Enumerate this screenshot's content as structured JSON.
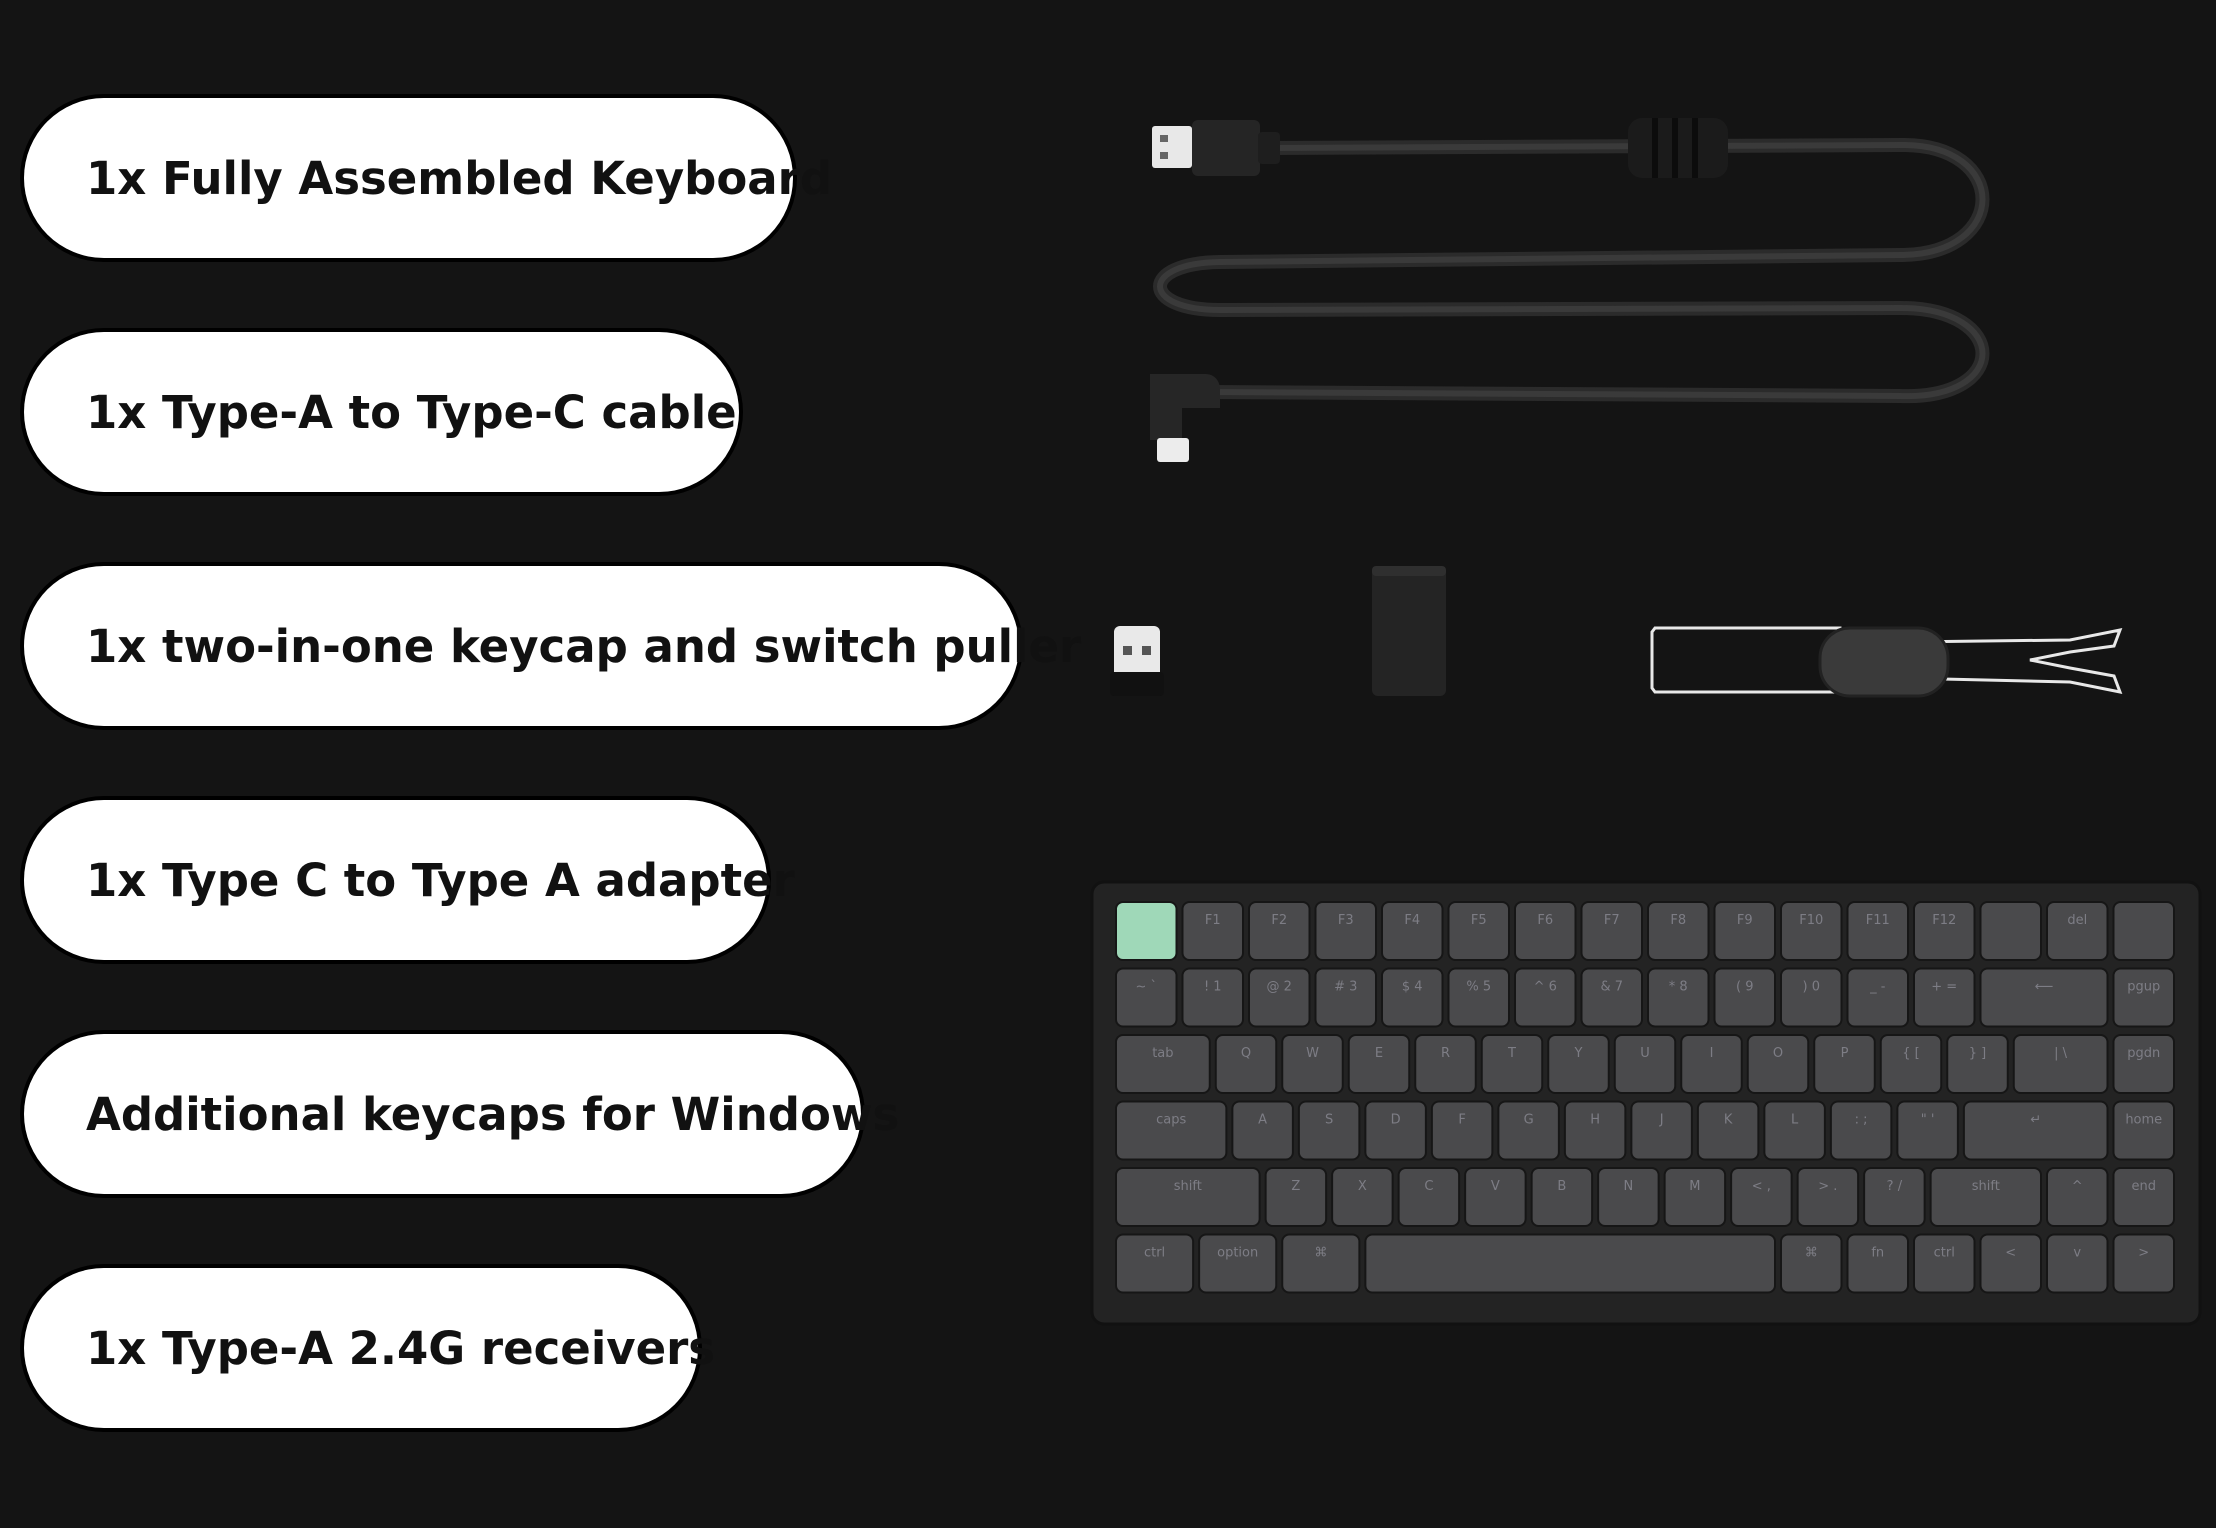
{
  "items": [
    {
      "label": "1x Fully Assembled Keyboard"
    },
    {
      "label": "1x Type-A to Type-C cable"
    },
    {
      "label": "1x two-in-one keycap and switch puller"
    },
    {
      "label": "1x Type C to Type A adapter"
    },
    {
      "label": "Additional keycaps for Windows"
    },
    {
      "label": "1x Type-A 2.4G receivers"
    }
  ],
  "keyboard": {
    "rows": [
      [
        "",
        "F1",
        "F2",
        "F3",
        "F4",
        "F5",
        "F6",
        "F7",
        "F8",
        "F9",
        "F10",
        "F11",
        "F12",
        "",
        "del",
        ""
      ],
      [
        "~ `",
        "! 1",
        "@ 2",
        "# 3",
        "$ 4",
        "% 5",
        "^ 6",
        "& 7",
        "* 8",
        "( 9",
        ") 0",
        "_ -",
        "+ =",
        "⟵",
        "pgup"
      ],
      [
        "tab",
        "Q",
        "W",
        "E",
        "R",
        "T",
        "Y",
        "U",
        "I",
        "O",
        "P",
        "{ [",
        "} ]",
        "| \\",
        "pgdn"
      ],
      [
        "caps",
        "A",
        "S",
        "D",
        "F",
        "G",
        "H",
        "J",
        "K",
        "L",
        ": ;",
        "\" '",
        "↵",
        "home"
      ],
      [
        "shift",
        "Z",
        "X",
        "C",
        "V",
        "B",
        "N",
        "M",
        "< ,",
        "> .",
        "? /",
        "shift",
        "^",
        "end"
      ],
      [
        "ctrl",
        "option",
        "⌘",
        "",
        "⌘",
        "fn",
        "ctrl",
        "<",
        "v",
        ">"
      ]
    ]
  }
}
